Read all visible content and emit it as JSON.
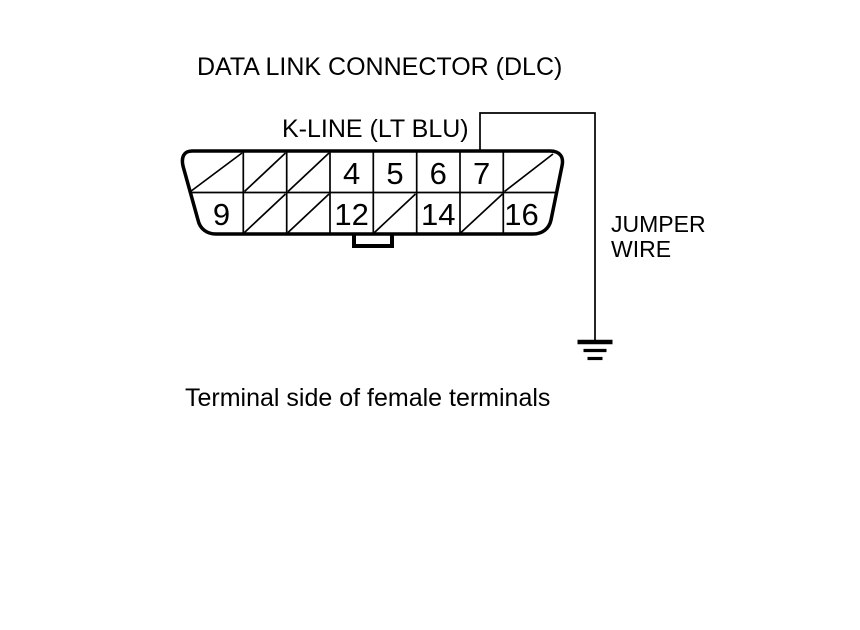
{
  "title": "DATA LINK CONNECTOR (DLC)",
  "labels": {
    "k_line": "K-LINE (LT BLU)",
    "jumper_wire_line1": "JUMPER",
    "jumper_wire_line2": "WIRE",
    "caption": "Terminal side of female terminals"
  },
  "connector": {
    "rows": 2,
    "columns": 8,
    "pins": {
      "top_row": [
        "",
        "",
        "",
        "4",
        "5",
        "6",
        "7",
        ""
      ],
      "bottom_row": [
        "9",
        "",
        "",
        "12",
        "",
        "14",
        "",
        "16"
      ]
    },
    "unused_cell_marker": "diagonal-slash",
    "jumper_wire": {
      "connects_pin": "7",
      "connects_to": "ground"
    }
  },
  "colors": {
    "line": "#000000",
    "text": "#000000",
    "background": "#ffffff"
  }
}
